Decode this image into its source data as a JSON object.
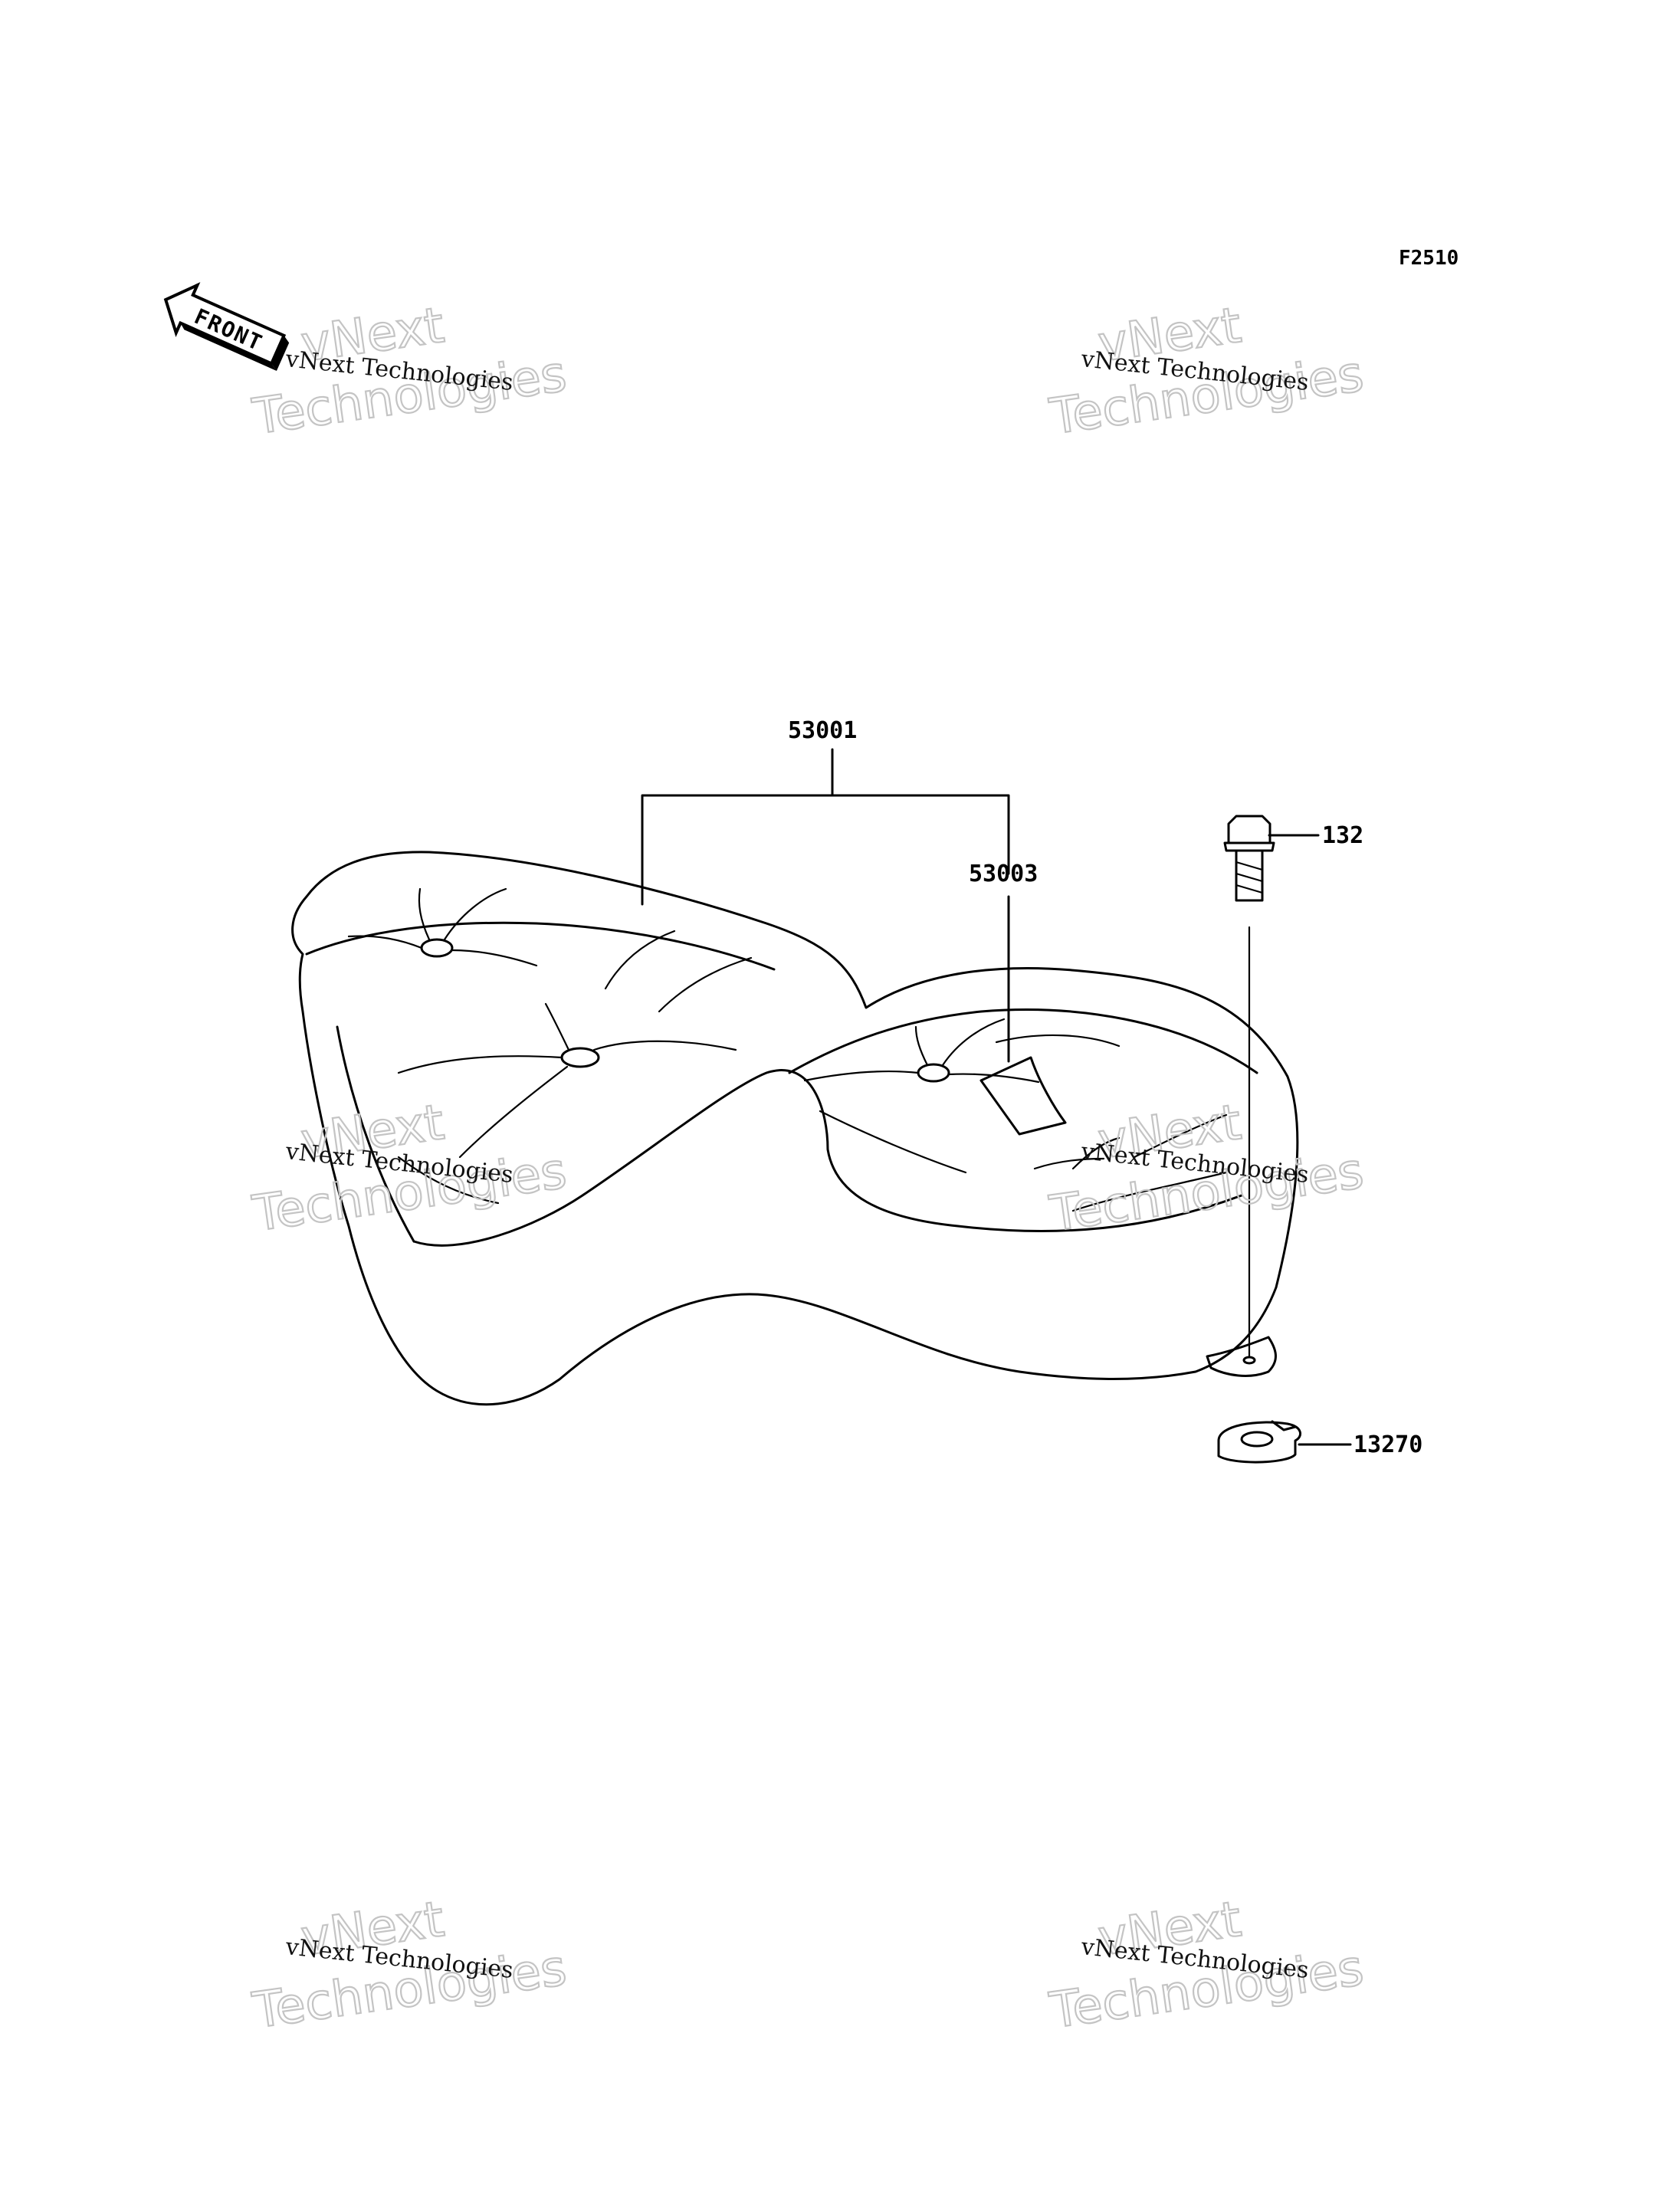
{
  "diagram_code": "F2510",
  "front_label": "FRONT",
  "watermark": {
    "line": "vNext Technologies",
    "big_top": "vNext",
    "big_bottom": "Technologies"
  },
  "parts": [
    {
      "number": "53001",
      "name": "seat-assembly"
    },
    {
      "number": "53003",
      "name": "seat-label"
    },
    {
      "number": "132",
      "name": "bolt"
    },
    {
      "number": "13270",
      "name": "seat-bushing"
    }
  ]
}
